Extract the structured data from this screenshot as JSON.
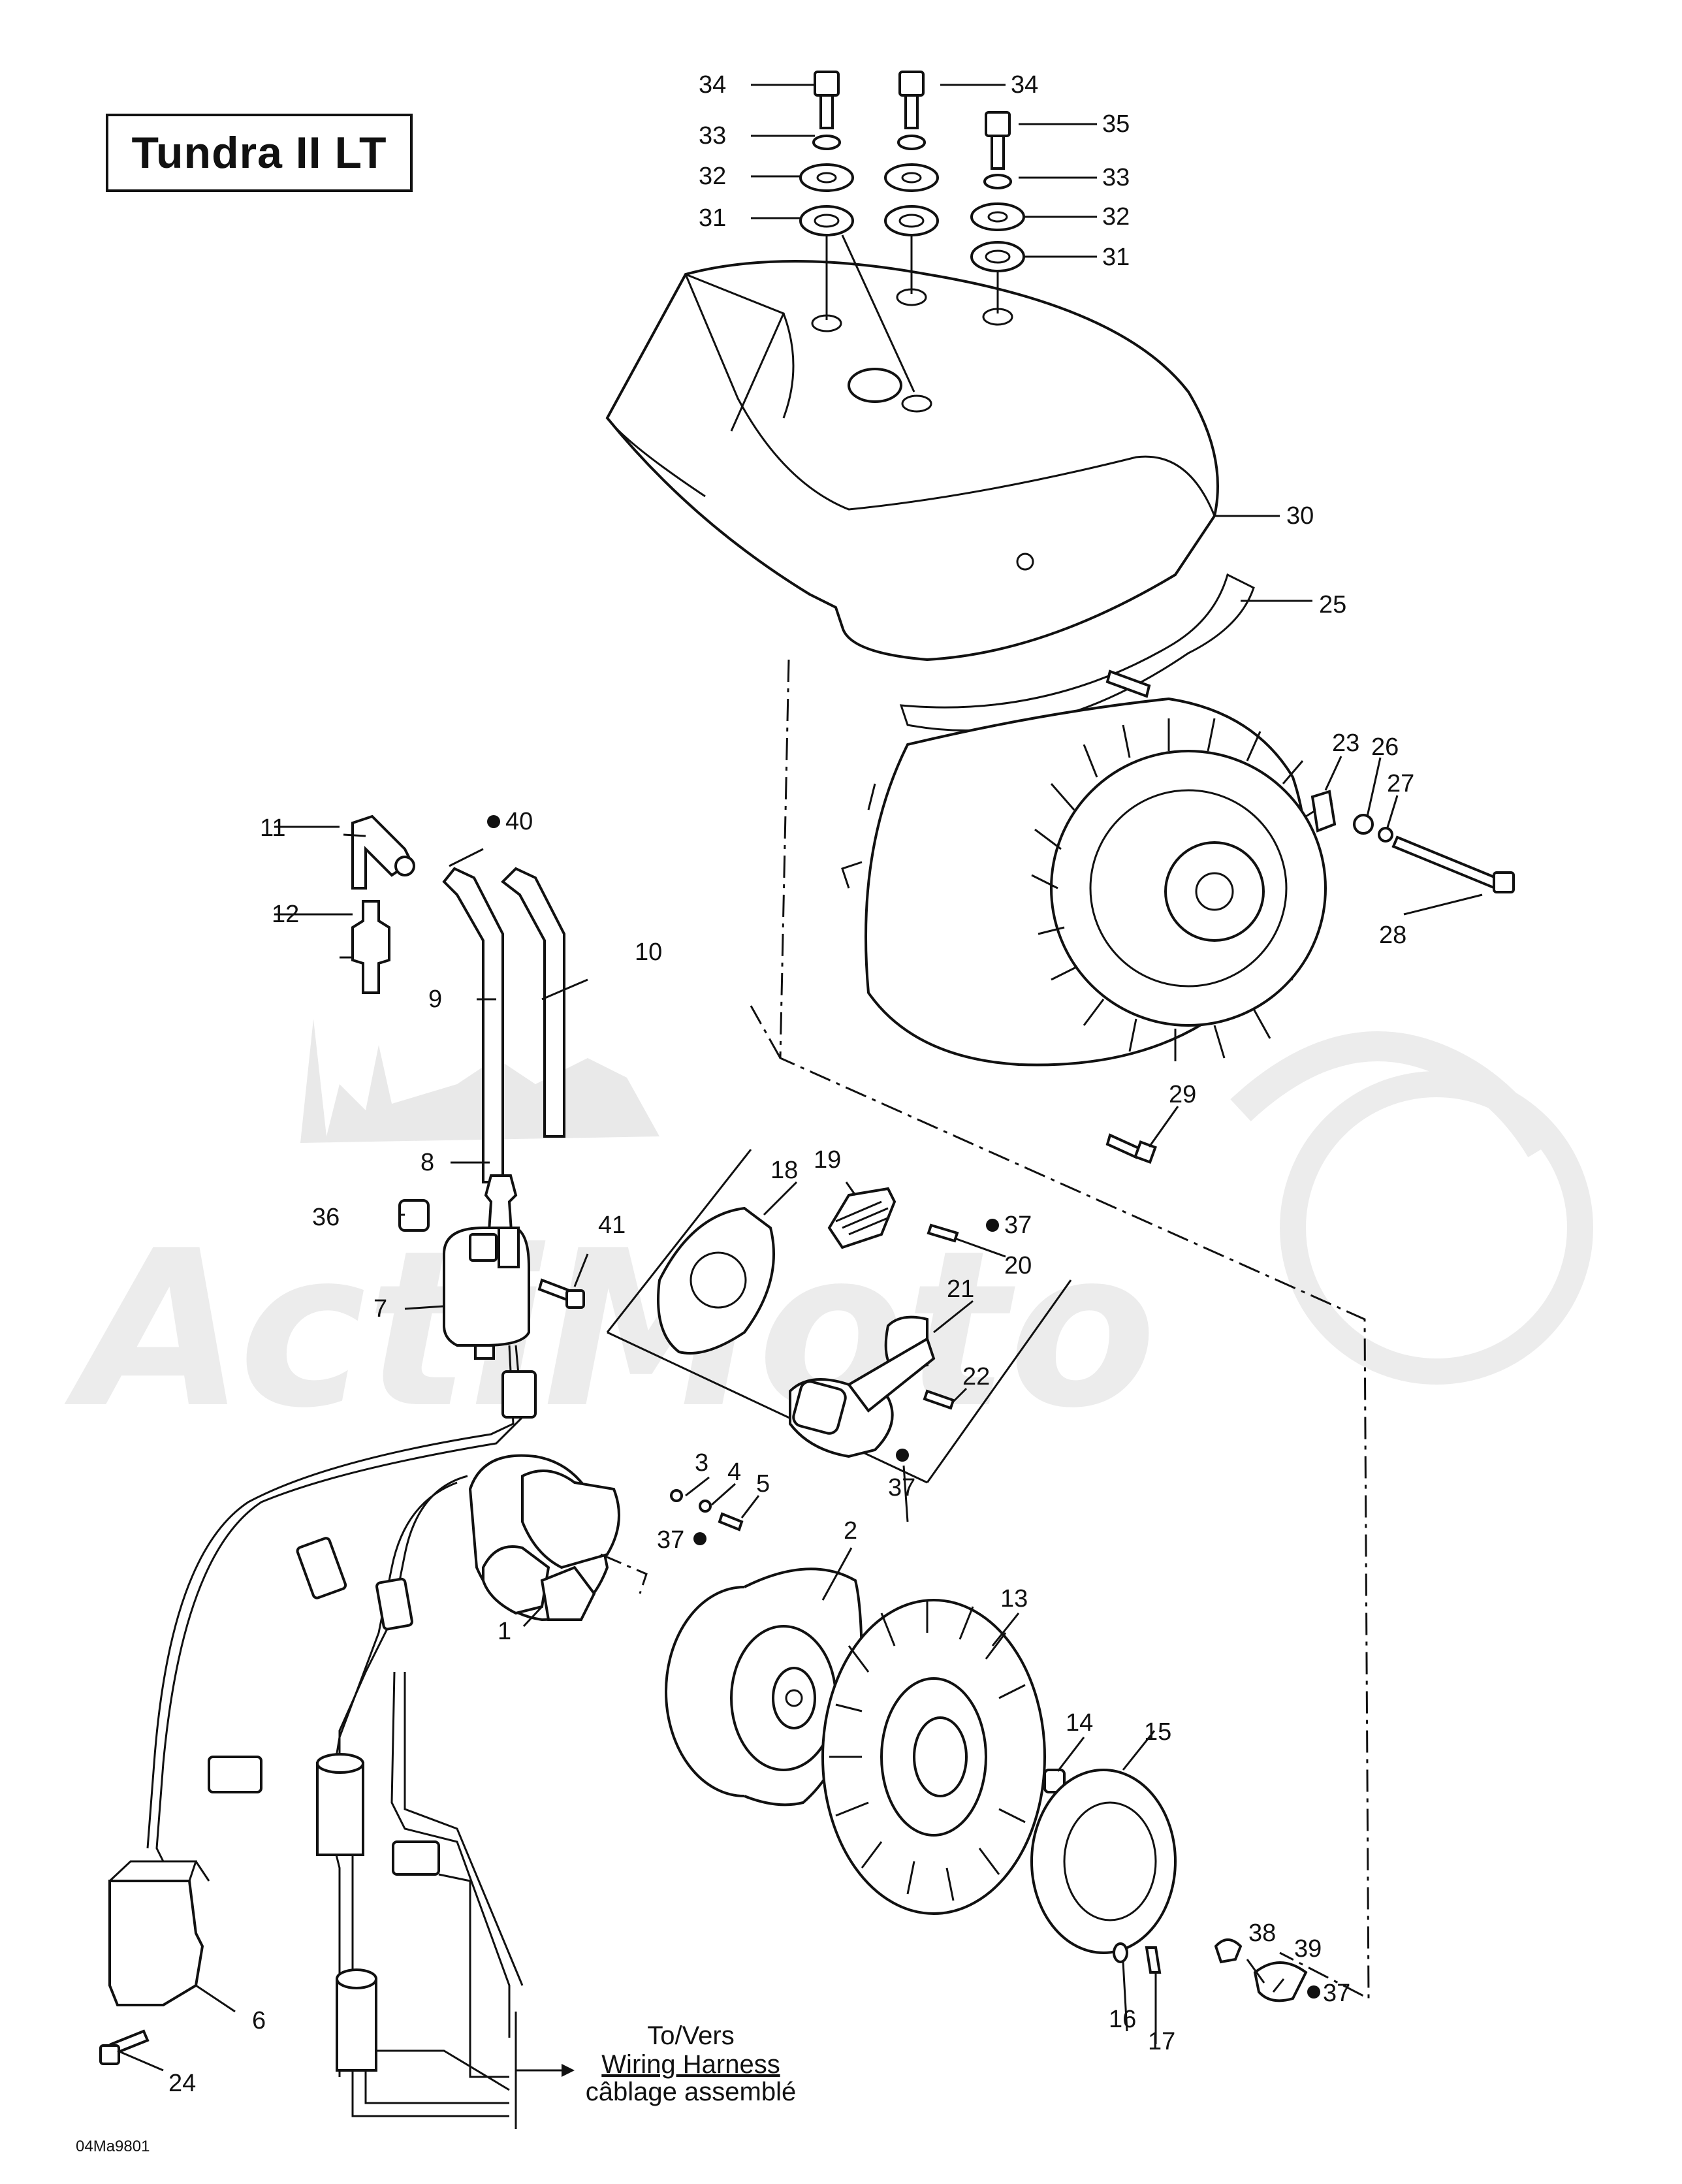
{
  "diagram": {
    "title": "Tundra II LT",
    "drawing_code": "04Ma9801",
    "harness_note": {
      "line1": "To/Vers",
      "line2": "Wiring Harness",
      "line3": "câblage assemblé"
    },
    "watermark": "ActiMoto",
    "callouts": [
      "1",
      "2",
      "3",
      "4",
      "5",
      "6",
      "7",
      "8",
      "9",
      "10",
      "11",
      "12",
      "13",
      "14",
      "15",
      "16",
      "17",
      "18",
      "19",
      "20",
      "21",
      "22",
      "23",
      "24",
      "25",
      "26",
      "27",
      "28",
      "29",
      "30",
      "31",
      "32",
      "33",
      "34",
      "35",
      "36",
      "37",
      "38",
      "39",
      "40",
      "41"
    ]
  }
}
